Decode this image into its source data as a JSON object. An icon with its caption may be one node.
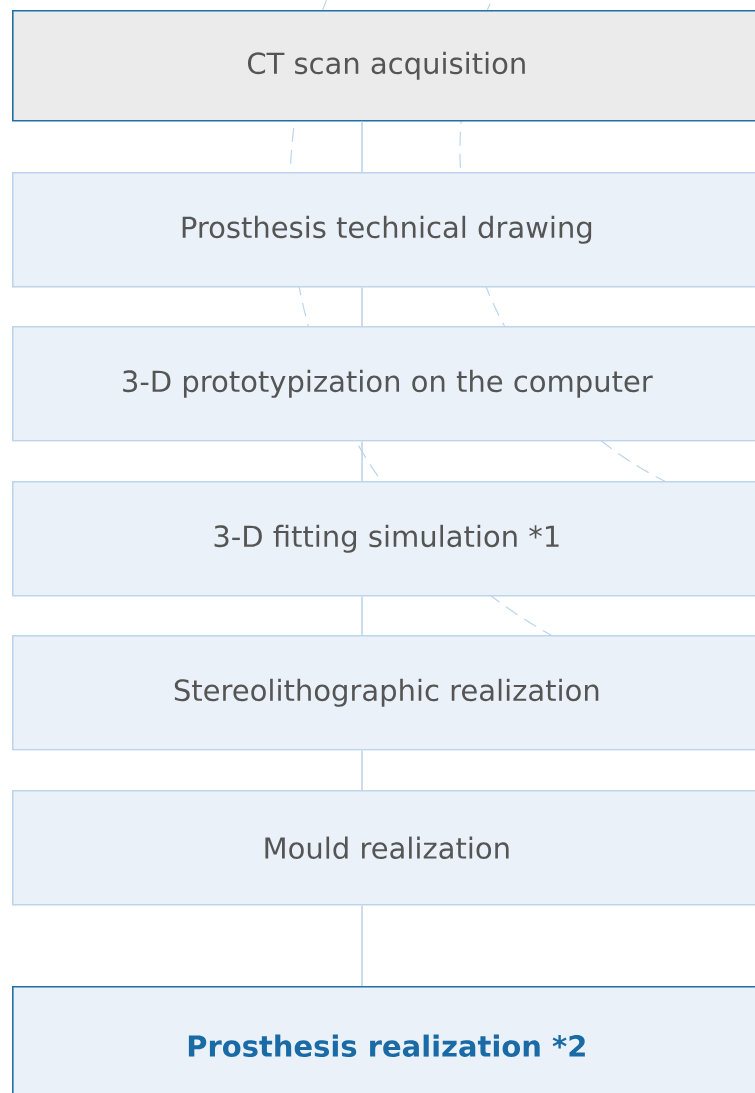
{
  "diagram": {
    "nodes": [
      {
        "text": [
          "CT scan acquisition"
        ]
      },
      {
        "text": [
          "Prosthesis technical drawing"
        ]
      },
      {
        "text": [
          "3-D prototypization on the computer"
        ]
      },
      {
        "text": [
          "3-D fitting simulation *1"
        ]
      },
      {
        "text": [
          "Stereolithographic realization"
        ]
      },
      {
        "text": [
          "Mould realization"
        ]
      },
      {
        "text": [
          "Prosthesis realization *2"
        ]
      }
    ],
    "edges": [
      {
        "from": 0,
        "to": 1,
        "arrow": "none"
      },
      {
        "from": 1,
        "to": 2,
        "arrow": "none"
      },
      {
        "from": 2,
        "to": 3,
        "arrow": "none"
      },
      {
        "from": 3,
        "to": 4,
        "arrow": "none"
      },
      {
        "from": 4,
        "to": 5,
        "arrow": "none"
      },
      {
        "from": 5,
        "to": 6,
        "arrow": "none"
      }
    ]
  }
}
